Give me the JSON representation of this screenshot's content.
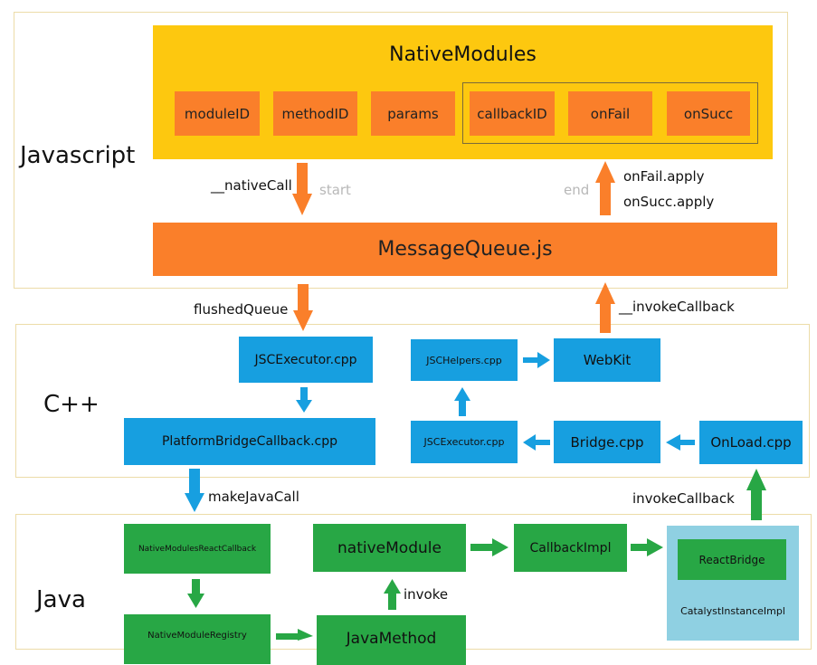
{
  "colors": {
    "orange": "#fa7f2a",
    "yellow": "#fdc80f",
    "blue": "#179fe0",
    "green": "#28a745",
    "light_blue": "#8fd0e2"
  },
  "sections": {
    "javascript": "Javascript",
    "cpp": "C++",
    "java": "Java"
  },
  "js": {
    "native_modules": "NativeModules",
    "fields": [
      "moduleID",
      "methodID",
      "params",
      "callbackID",
      "onFail",
      "onSucc"
    ],
    "native_call": "__nativeCall",
    "start": "start",
    "end": "end",
    "on_fail_apply": "onFail.apply",
    "on_succ_apply": "onSucc.apply",
    "message_queue": "MessageQueue.js"
  },
  "links": {
    "flushed_queue": "flushedQueue",
    "invoke_callback": "__invokeCallback",
    "make_java_call": "makeJavaCall",
    "invoke_callback_java": "invokeCallback",
    "invoke": "invoke"
  },
  "cpp": {
    "jsc_executor_left": "JSCExecutor.cpp",
    "platform_bridge_callback": "PlatformBridgeCallback.cpp",
    "jsc_helpers": "JSCHelpers.cpp",
    "webkit": "WebKit",
    "jsc_executor_right": "JSCExecutor.cpp",
    "bridge": "Bridge.cpp",
    "onload": "OnLoad.cpp"
  },
  "java": {
    "native_modules_react_callback": "NativeModulesReactCallback",
    "native_module": "nativeModule",
    "callback_impl": "CallbackImpl",
    "react_bridge": "ReactBridge",
    "catalyst_instance_impl": "CatalystInstanceImpl",
    "native_module_registry": "NativeModuleRegistry",
    "java_method": "JavaMethod"
  }
}
